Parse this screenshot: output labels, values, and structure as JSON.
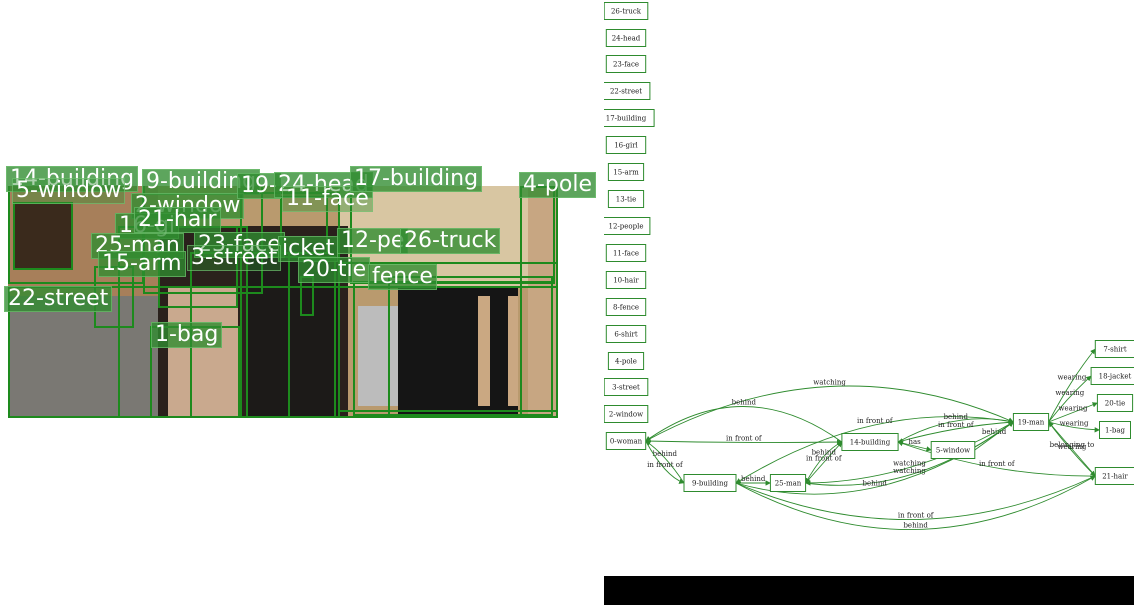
{
  "photo": {
    "labels": [
      {
        "id": "14-building",
        "text": "14-building"
      },
      {
        "id": "5-window",
        "text": "5-window"
      },
      {
        "id": "9-building",
        "text": "9-building"
      },
      {
        "id": "2-window",
        "text": "2-window"
      },
      {
        "id": "19-man",
        "text": "19-"
      },
      {
        "id": "24-head",
        "text": "24-head"
      },
      {
        "id": "11-face",
        "text": "11-face"
      },
      {
        "id": "17-building",
        "text": "17-building"
      },
      {
        "id": "4-pole",
        "text": "4-pole"
      },
      {
        "id": "16-girl",
        "text": "16-gi"
      },
      {
        "id": "21-hair",
        "text": "21-hair"
      },
      {
        "id": "25-man",
        "text": "25-man"
      },
      {
        "id": "23-face",
        "text": "23-face"
      },
      {
        "id": "18-jacket",
        "text": "icket"
      },
      {
        "id": "12-people",
        "text": "12-pe"
      },
      {
        "id": "26-truck",
        "text": "26-truck"
      },
      {
        "id": "15-arm",
        "text": "15-arm"
      },
      {
        "id": "3-street",
        "text": "3-street"
      },
      {
        "id": "20-tie",
        "text": "20-tie"
      },
      {
        "id": "8-fence",
        "text": "fence"
      },
      {
        "id": "22-street",
        "text": "22-street"
      },
      {
        "id": "1-bag",
        "text": "1-bag"
      }
    ]
  },
  "graph": {
    "nodes": [
      {
        "id": "26-truck",
        "label": "26-truck"
      },
      {
        "id": "24-head",
        "label": "24-head"
      },
      {
        "id": "23-face",
        "label": "23-face"
      },
      {
        "id": "22-street",
        "label": "22-street"
      },
      {
        "id": "17-building",
        "label": "17-building"
      },
      {
        "id": "16-girl",
        "label": "16-girl"
      },
      {
        "id": "15-arm",
        "label": "15-arm"
      },
      {
        "id": "13-tie",
        "label": "13-tie"
      },
      {
        "id": "12-people",
        "label": "12-people"
      },
      {
        "id": "11-face",
        "label": "11-face"
      },
      {
        "id": "10-hair",
        "label": "10-hair"
      },
      {
        "id": "8-fence",
        "label": "8-fence"
      },
      {
        "id": "6-shirt",
        "label": "6-shirt"
      },
      {
        "id": "4-pole",
        "label": "4-pole"
      },
      {
        "id": "3-street",
        "label": "3-street"
      },
      {
        "id": "2-window",
        "label": "2-window"
      },
      {
        "id": "0-woman",
        "label": "0-woman"
      },
      {
        "id": "9-building",
        "label": "9-building"
      },
      {
        "id": "25-man",
        "label": "25-man"
      },
      {
        "id": "14-building",
        "label": "14-building"
      },
      {
        "id": "5-window",
        "label": "5-window"
      },
      {
        "id": "19-man",
        "label": "19-man"
      },
      {
        "id": "7-shirt",
        "label": "7-shirt"
      },
      {
        "id": "18-jacket",
        "label": "18-jacket"
      },
      {
        "id": "20-tie",
        "label": "20-tie"
      },
      {
        "id": "1-bag",
        "label": "1-bag"
      },
      {
        "id": "21-hair",
        "label": "21-hair"
      }
    ],
    "edges": [
      {
        "from": "0-woman",
        "to": "19-man",
        "label": "watching"
      },
      {
        "from": "14-building",
        "to": "0-woman",
        "label": "behind"
      },
      {
        "from": "19-man",
        "to": "9-building",
        "label": "in front of"
      },
      {
        "from": "14-building",
        "to": "19-man",
        "label": "behind"
      },
      {
        "from": "19-man",
        "to": "14-building",
        "label": "in front of"
      },
      {
        "from": "0-woman",
        "to": "14-building",
        "label": "in front of"
      },
      {
        "from": "9-building",
        "to": "0-woman",
        "label": "behind"
      },
      {
        "from": "0-woman",
        "to": "9-building",
        "label": "in front of"
      },
      {
        "from": "9-building",
        "to": "25-man",
        "label": "behind"
      },
      {
        "from": "25-man",
        "to": "14-building",
        "label": "in front of"
      },
      {
        "from": "14-building",
        "to": "25-man",
        "label": "behind"
      },
      {
        "from": "14-building",
        "to": "5-window",
        "label": "has"
      },
      {
        "from": "5-window",
        "to": "19-man",
        "label": "behind"
      },
      {
        "from": "21-hair",
        "to": "14-building",
        "label": "in front of"
      },
      {
        "from": "19-man",
        "to": "25-man",
        "label": "watching"
      },
      {
        "from": "25-man",
        "to": "19-man",
        "label": "watching"
      },
      {
        "from": "9-building",
        "to": "19-man",
        "label": "behind"
      },
      {
        "from": "9-building",
        "to": "21-hair",
        "label": "in front of"
      },
      {
        "from": "9-building",
        "to": "21-hair",
        "label": "behind"
      },
      {
        "from": "19-man",
        "to": "7-shirt",
        "label": "wearing"
      },
      {
        "from": "19-man",
        "to": "18-jacket",
        "label": "wearing"
      },
      {
        "from": "19-man",
        "to": "20-tie",
        "label": "wearing"
      },
      {
        "from": "19-man",
        "to": "1-bag",
        "label": "wearing"
      },
      {
        "from": "19-man",
        "to": "21-hair",
        "label": "wearing"
      },
      {
        "from": "21-hair",
        "to": "19-man",
        "label": "belonging to"
      }
    ]
  },
  "colors": {
    "accent": "#2e8b2e",
    "label_bg": "#308c30"
  }
}
